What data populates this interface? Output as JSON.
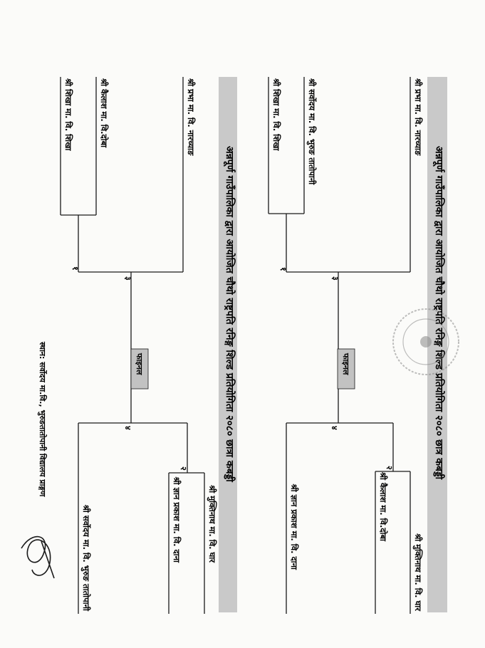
{
  "header_top": "अन्नपूर्ण गाउँपालिका द्वारा आयोजित चौथो राष्ट्रपति रनिङ्ग शिल्ड प्रतियोगिता २०८० छात्र कबड्डी",
  "header_bottom": "अन्नपूर्ण गाउँपालिका द्वारा आयोजित चौथो राष्ट्रपति रनिङ्ग शिल्ड प्रतियोगिता २०८० छात्रा कबड्डी",
  "final_label": "फाइनल",
  "venue": "स्थान: सर्वोदय मा.वि., भुरुङतातोपानी विद्यालय प्राङ्गण",
  "top_bracket": {
    "left_teams": [
      "श्री प्रभा मा. वि. नारच्याङ",
      "श्री सर्वोदय मा. वि. भुरुङ तातोपानी",
      "श्री शिखा मा. वि. शिखा"
    ],
    "right_teams": [
      "श्री मुक्तिनाथ मा. वि. घार",
      "श्री कैलाश मा. वि.दोबा",
      "श्री ज्ञान प्रकाश मा. वि. दाना"
    ],
    "match_nums": [
      "१",
      "३",
      "२",
      "४"
    ]
  },
  "bottom_bracket": {
    "left_teams": [
      "श्री प्रभा मा. वि. नारच्याङ",
      "श्री कैलाश मा. वि.दोबा",
      "श्री शिखा मा. वि. शिखा"
    ],
    "right_teams": [
      "श्री मुक्तिनाथ मा. वि. घार",
      "श्री ज्ञान प्रकाश मा. वि. दाना",
      "श्री सर्वोदय मा. वि. भुरुङ तातोपानी"
    ],
    "match_nums": [
      "१",
      "३",
      "२",
      "४"
    ]
  },
  "colors": {
    "ink": "#1a1a1a",
    "header_band": "#c9c9c9",
    "final_box": "#c2c2c2",
    "stamp": "#8a8a8a"
  }
}
